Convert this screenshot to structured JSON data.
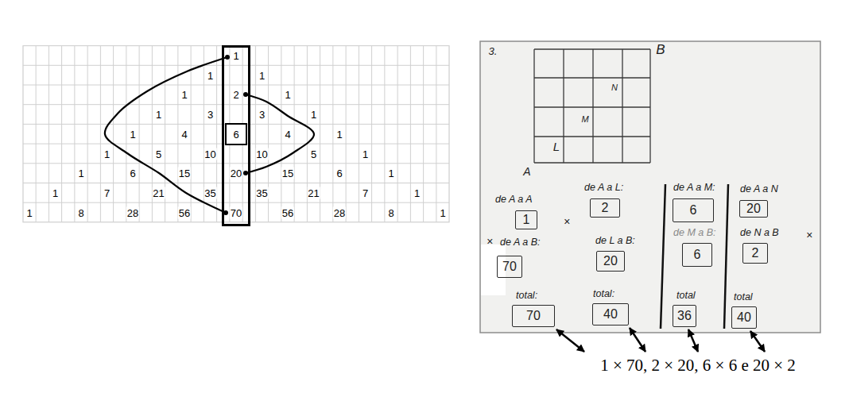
{
  "diagram": {
    "nodes": [
      {
        "text": [
          "1",
          "2",
          "20",
          "70"
        ]
      },
      {
        "text": [
          "6"
        ],
        "in": 0
      },
      {
        "text": [
          "de A a A",
          "1"
        ]
      },
      {
        "text": [
          "de A a L:",
          "2"
        ]
      },
      {
        "text": [
          "de A a M:",
          "6"
        ]
      },
      {
        "text": [
          "de A a N",
          "20"
        ]
      },
      {
        "text": [
          "de A a B:",
          "70"
        ]
      },
      {
        "text": [
          "de L a B:",
          "20"
        ]
      },
      {
        "text": [
          "de M a B:",
          "6"
        ]
      },
      {
        "text": [
          "de N a B",
          "2"
        ]
      },
      {
        "text": [
          "total:",
          "70"
        ]
      },
      {
        "text": [
          "total:",
          "40"
        ]
      },
      {
        "text": [
          "total",
          "36"
        ]
      },
      {
        "text": [
          "total",
          "40"
        ]
      }
    ],
    "labels": [
      "1",
      "1",
      "1",
      "1",
      "1",
      "3",
      "3",
      "1",
      "1",
      "4",
      "4",
      "1",
      "1",
      "5",
      "10",
      "10",
      "5",
      "1",
      "1",
      "6",
      "15",
      "15",
      "6",
      "1",
      "1",
      "7",
      "21",
      "35",
      "35",
      "21",
      "7",
      "1",
      "1",
      "8",
      "28",
      "56",
      "56",
      "28",
      "8",
      "1",
      "3.",
      "B",
      "N",
      "M",
      "L",
      "A",
      "×",
      "×",
      "×",
      "1 × 70, 2 × 20, 6 × 6 e 20 × 2"
    ]
  }
}
